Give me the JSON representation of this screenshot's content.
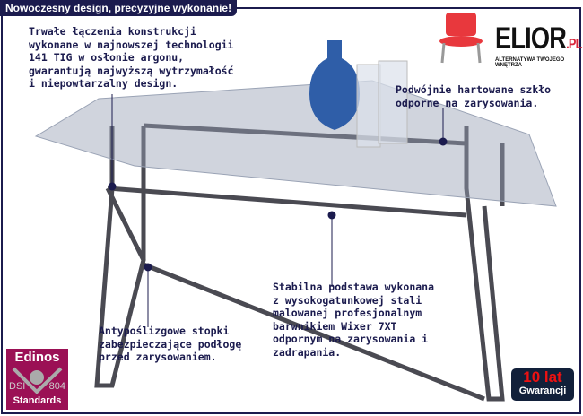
{
  "header": {
    "title": "Nowoczesny design, precyzyjne wykonanie!"
  },
  "logo": {
    "brand": "ELIOR",
    "suffix": ".PL",
    "tagline": "ALTERNATYWA TWOJEGO WNĘTRZA"
  },
  "features": [
    "Trwałe łączenia konstrukcji\nwykonane w najnowszej technologii\n141 TIG w osłonie argonu,\ngwarantują najwyższą wytrzymałość\ni niepowtarzalny design.",
    "Podwójnie hartowane szkło\nodporne na zarysowania.",
    "Stabilna podstawa wykonana\nz wysokogatunkowej stali\nmalowanej profesjonalnym\nbarwnikiem Wixer 7XT\nodpornym na zarysowania i\nzadrapania.",
    "Antypoślizgowe stopki\nzabezpieczające podłogę\nprzed zarysowaniem."
  ],
  "badges": {
    "edinos": "Edinos",
    "dsi": "DSI",
    "num": "804",
    "standards": "Standards",
    "years": "10 lat",
    "warranty": "Gwarancji"
  },
  "colors": {
    "navy": "#1b1b4e",
    "edinos": "#9b1055",
    "red": "#d8243a"
  }
}
